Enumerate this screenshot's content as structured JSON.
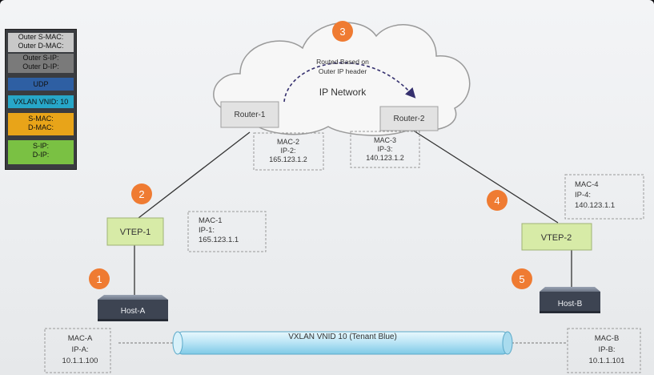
{
  "legend": {
    "rows": [
      {
        "lines": [
          "Outer S-MAC:",
          "Outer D-MAC:"
        ],
        "color": "#c8c8c8"
      },
      {
        "lines": [
          "Outer S-IP:",
          "Outer D-IP:"
        ],
        "color": "#7a7a7a"
      },
      {
        "lines": [
          "UDP"
        ],
        "color": "#2e5fa3"
      },
      {
        "lines": [
          "VXLAN VNID: 10"
        ],
        "color": "#27a7c8"
      },
      {
        "lines": [
          "S-MAC:",
          "D-MAC:"
        ],
        "color": "#e8a419"
      },
      {
        "lines": [
          "S-IP:",
          "D-IP:"
        ],
        "color": "#7ac143"
      }
    ]
  },
  "cloud": {
    "title": "IP Network",
    "routing_note": [
      "Routed Based on",
      "Outer IP header"
    ]
  },
  "devices": {
    "router1": "Router-1",
    "router2": "Router-2",
    "vtep1": "VTEP-1",
    "vtep2": "VTEP-2",
    "host_a": "Host-A",
    "host_b": "Host-B"
  },
  "steps": [
    "1",
    "2",
    "3",
    "4",
    "5"
  ],
  "info_boxes": {
    "router1": [
      "MAC-2",
      "IP-2:",
      "165.123.1.2"
    ],
    "router2": [
      "MAC-3",
      "IP-3:",
      "140.123.1.2"
    ],
    "vtep1": [
      "MAC-1",
      "IP-1:",
      "165.123.1.1"
    ],
    "vtep2": [
      "MAC-4",
      "IP-4:",
      "140.123.1.1"
    ],
    "host_a": [
      "MAC-A",
      "IP-A:",
      "10.1.1.100"
    ],
    "host_b": [
      "MAC-B",
      "IP-B:",
      "10.1.1.101"
    ]
  },
  "tunnel_label": "VXLAN VNID 10 (Tenant Blue)",
  "colors": {
    "vtep": "#d7eba7",
    "router": "#e2e2e2",
    "step_badge": "#ef7b32",
    "tunnel": "#bfe7f7",
    "host": "#3d4452"
  }
}
